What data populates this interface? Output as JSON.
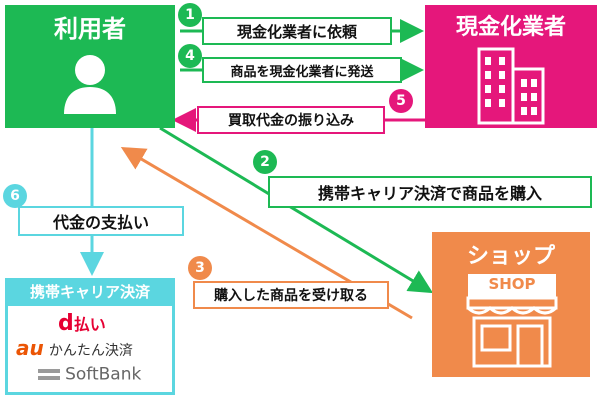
{
  "user_box": {
    "title": "利用者",
    "color": "#1db954"
  },
  "cash_box": {
    "title": "現金化業者",
    "color": "#e5177b"
  },
  "shop_box": {
    "title": "ショップ",
    "sign": "SHOP",
    "color": "#f08a4b"
  },
  "carrier_box": {
    "title": "携帯キャリア決済",
    "color": "#5bd6e0",
    "logos": {
      "d": "d",
      "d_text": "払い",
      "au": "au",
      "au_text": "かんたん決済",
      "softbank": "SoftBank"
    }
  },
  "steps": [
    {
      "num": "1",
      "label": "現金化業者に依頼",
      "color": "#1db954"
    },
    {
      "num": "2",
      "label": "携帯キャリア決済で商品を購入",
      "color": "#1db954"
    },
    {
      "num": "3",
      "label": "購入した商品を受け取る",
      "color": "#f08a4b"
    },
    {
      "num": "4",
      "label": "商品を現金化業者に発送",
      "color": "#1db954"
    },
    {
      "num": "5",
      "label": "買取代金の振り込み",
      "color": "#e5177b"
    },
    {
      "num": "6",
      "label": "代金の支払い",
      "color": "#5bd6e0"
    }
  ]
}
